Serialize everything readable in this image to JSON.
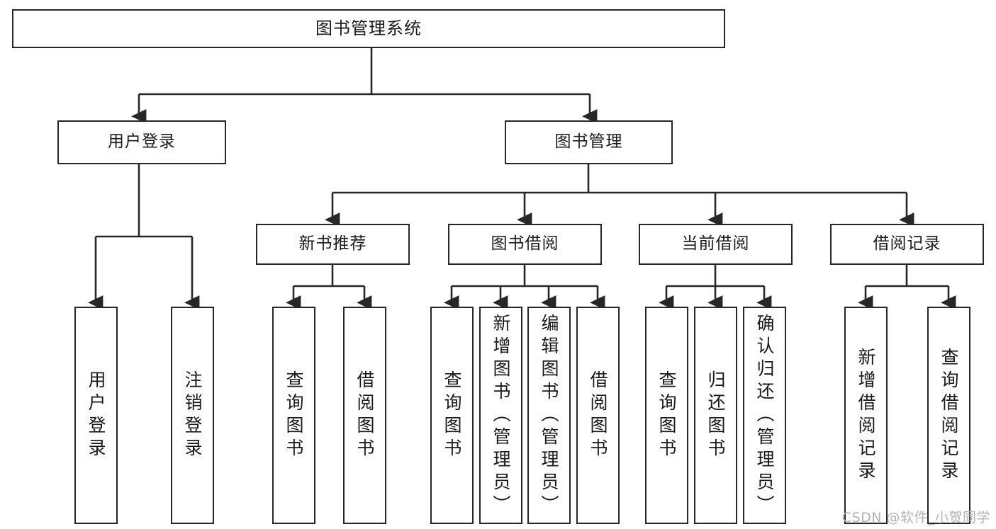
{
  "diagram": {
    "title": "图书管理系统",
    "type": "tree",
    "root": {
      "id": "root",
      "label": "图书管理系统",
      "orientation": "horizontal"
    },
    "level2": [
      {
        "id": "user-login",
        "label": "用户登录",
        "orientation": "horizontal"
      },
      {
        "id": "book-management",
        "label": "图书管理",
        "orientation": "horizontal"
      }
    ],
    "level3": [
      {
        "id": "new-book-recommend",
        "label": "新书推荐",
        "orientation": "horizontal",
        "parent": "book-management"
      },
      {
        "id": "book-borrow",
        "label": "图书借阅",
        "orientation": "horizontal",
        "parent": "book-management"
      },
      {
        "id": "current-borrow",
        "label": "当前借阅",
        "orientation": "horizontal",
        "parent": "book-management"
      },
      {
        "id": "borrow-record",
        "label": "借阅记录",
        "orientation": "horizontal",
        "parent": "book-management"
      }
    ],
    "leaves": [
      {
        "id": "leaf-user-login",
        "label": "用户登录",
        "orientation": "vertical",
        "parent": "user-login"
      },
      {
        "id": "leaf-user-logout",
        "label": "注销登录",
        "orientation": "vertical",
        "parent": "user-login"
      },
      {
        "id": "leaf-query-book-1",
        "label": "查询图书",
        "orientation": "vertical",
        "parent": "new-book-recommend"
      },
      {
        "id": "leaf-borrow-book-1",
        "label": "借阅图书",
        "orientation": "vertical",
        "parent": "new-book-recommend"
      },
      {
        "id": "leaf-query-book-2",
        "label": "查询图书",
        "orientation": "vertical",
        "parent": "book-borrow"
      },
      {
        "id": "leaf-add-book",
        "label": "新增图书（管理员）",
        "orientation": "vertical",
        "parent": "book-borrow"
      },
      {
        "id": "leaf-edit-book",
        "label": "编辑图书（管理员）",
        "orientation": "vertical",
        "parent": "book-borrow"
      },
      {
        "id": "leaf-borrow-book-2",
        "label": "借阅图书",
        "orientation": "vertical",
        "parent": "book-borrow"
      },
      {
        "id": "leaf-query-book-3",
        "label": "查询图书",
        "orientation": "vertical",
        "parent": "current-borrow"
      },
      {
        "id": "leaf-return-book",
        "label": "归还图书",
        "orientation": "vertical",
        "parent": "current-borrow"
      },
      {
        "id": "leaf-confirm-return",
        "label": "确认归还（管理员）",
        "orientation": "vertical",
        "parent": "current-borrow"
      },
      {
        "id": "leaf-add-record",
        "label": "新增借阅记录",
        "orientation": "vertical",
        "parent": "borrow-record"
      },
      {
        "id": "leaf-query-record",
        "label": "查询借阅记录",
        "orientation": "vertical",
        "parent": "borrow-record"
      }
    ],
    "colors": {
      "stroke": "#272727",
      "fill": "#ffffff",
      "text": "#1a1a1a",
      "watermark": "#b3b3b3"
    }
  },
  "watermark": {
    "text": "CSDN @软件_小贺同学"
  }
}
